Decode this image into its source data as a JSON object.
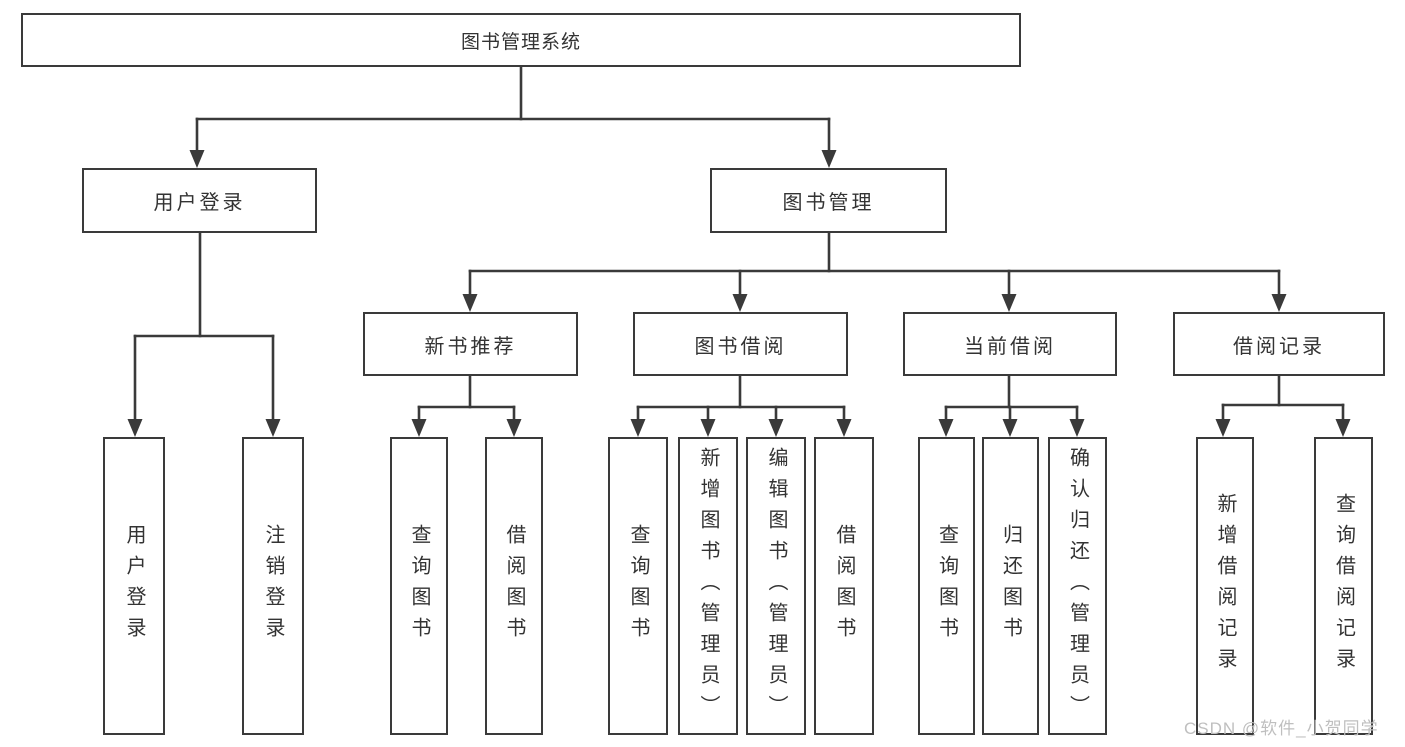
{
  "tree": {
    "label": "图书管理系统",
    "children": [
      {
        "label": "用户登录",
        "children": [
          {
            "label": "用户登录"
          },
          {
            "label": "注销登录"
          }
        ]
      },
      {
        "label": "图书管理",
        "children": [
          {
            "label": "新书推荐",
            "children": [
              {
                "label": "查询图书"
              },
              {
                "label": "借阅图书"
              }
            ]
          },
          {
            "label": "图书借阅",
            "children": [
              {
                "label": "查询图书"
              },
              {
                "label": "新增图书（管理员）"
              },
              {
                "label": "编辑图书（管理员）"
              },
              {
                "label": "借阅图书"
              }
            ]
          },
          {
            "label": "当前借阅",
            "children": [
              {
                "label": "查询图书"
              },
              {
                "label": "归还图书"
              },
              {
                "label": "确认归还（管理员）"
              }
            ]
          },
          {
            "label": "借阅记录",
            "children": [
              {
                "label": "新增借阅记录"
              },
              {
                "label": "查询借阅记录"
              }
            ]
          }
        ]
      }
    ]
  },
  "watermark": "CSDN @软件_小贺同学",
  "colors": {
    "line": "#3a3a3a",
    "text": "#333333",
    "box_fill": "#ffffff",
    "watermark": "#bfbfbf"
  }
}
